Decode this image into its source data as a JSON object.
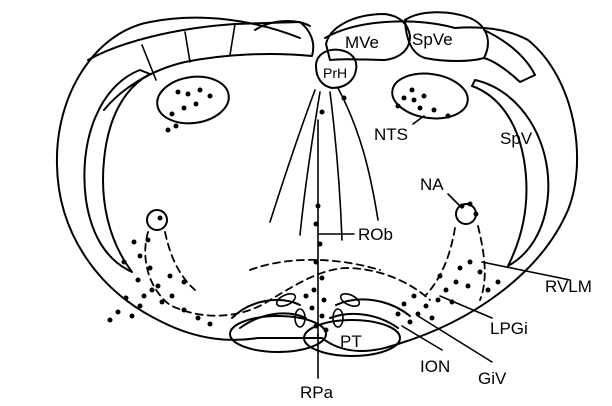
{
  "diagram": {
    "labels": {
      "mve": "MVe",
      "spve": "SpVe",
      "prh": "PrH",
      "nts": "NTS",
      "spv": "SpV",
      "na": "NA",
      "rob": "ROb",
      "rvlm": "RVLM",
      "lpgi": "LPGi",
      "pt": "PT",
      "ion": "ION",
      "giv": "GiV",
      "rpa": "RPa"
    },
    "colors": {
      "ink": "#000000",
      "background": "#ffffff"
    }
  }
}
